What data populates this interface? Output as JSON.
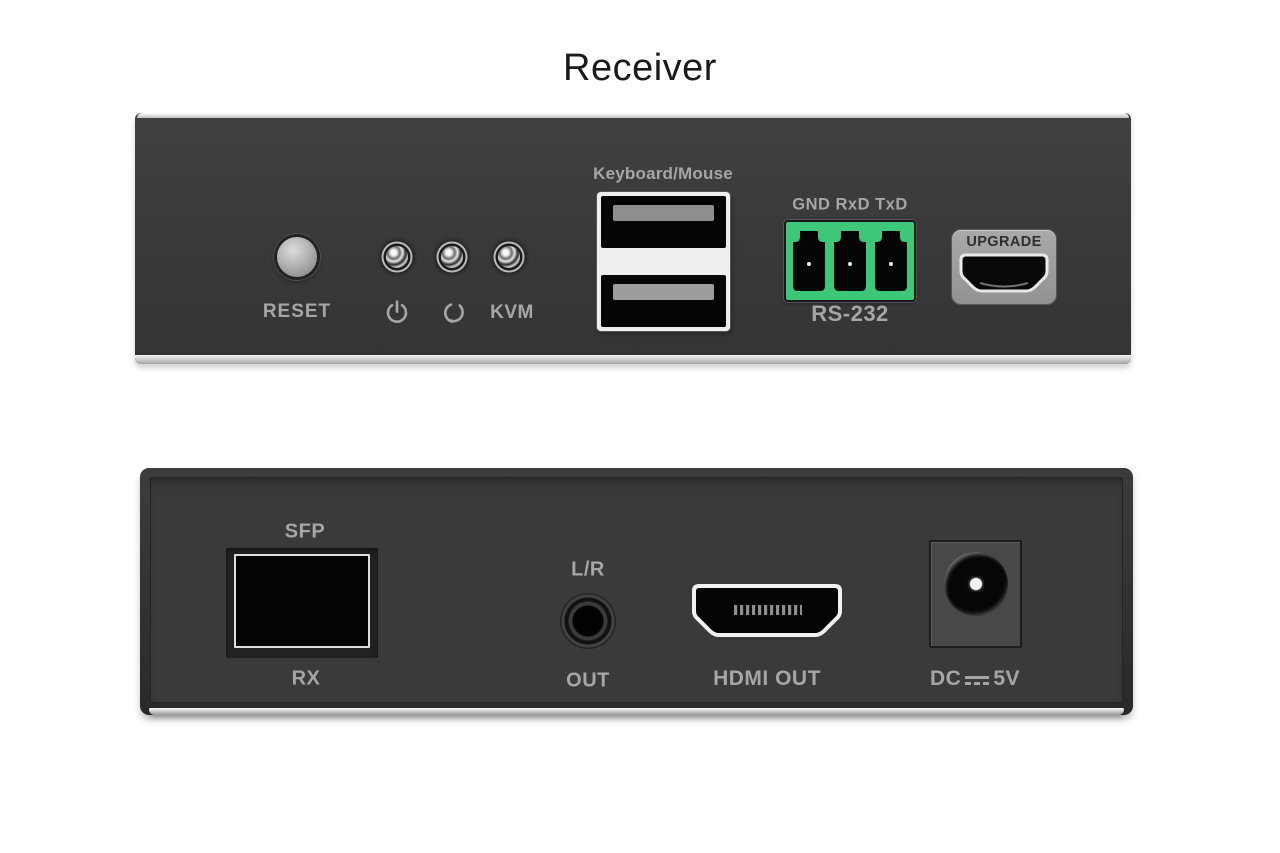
{
  "page": {
    "title": "Receiver"
  },
  "colors": {
    "panel_body": "#3a3a3c",
    "chassis": "#2e2e30",
    "label_text": "#a6a6a8",
    "terminal_green": "#3cc878",
    "port_black": "#060608",
    "port_outline_white": "#ededef",
    "reset_button_gray": "#b2b2b4",
    "upgrade_badge_gray": "#9c9c9e",
    "edge_highlight": "#f2f2f2"
  },
  "front_panel": {
    "name": "receiver-front-panel",
    "reset": {
      "label": "RESET"
    },
    "indicators": {
      "power_icon": "power-icon",
      "loop_icon": "loop-icon",
      "kvm_label": "KVM"
    },
    "usb": {
      "label": "Keyboard/Mouse"
    },
    "rs232": {
      "pins_label": "GND RxD TxD",
      "port_label": "RS-232"
    },
    "upgrade": {
      "label": "UPGRADE",
      "port": "micro-usb-port"
    }
  },
  "rear_panel": {
    "name": "receiver-rear-panel",
    "sfp": {
      "label_top": "SFP",
      "label_bottom": "RX"
    },
    "audio_out": {
      "label_top": "L/R",
      "label_bottom": "OUT"
    },
    "hdmi": {
      "label": "HDMI OUT"
    },
    "dc_power": {
      "label_prefix": "DC",
      "label_suffix": "5V",
      "symbol": "dc-symbol-icon"
    }
  }
}
